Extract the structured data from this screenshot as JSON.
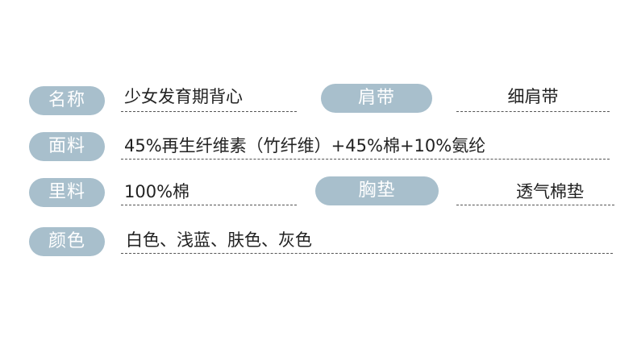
{
  "fields": {
    "name": {
      "label": "名称",
      "value": "少女发育期背心"
    },
    "strap": {
      "label": "肩带",
      "value": "细肩带"
    },
    "fabric": {
      "label": "面料",
      "value": "45%再生纤维素（竹纤维）+45%棉+10%氨纶"
    },
    "lining": {
      "label": "里料",
      "value": "100%棉"
    },
    "pad": {
      "label": "胸垫",
      "value": "透气棉垫"
    },
    "color": {
      "label": "颜色",
      "value": "白色、浅蓝、肤色、灰色"
    }
  },
  "colors": {
    "pill_bg": "#a8bfcc",
    "pill_text": "#ffffff",
    "value_text": "#222222",
    "dash_line": "#555555"
  }
}
